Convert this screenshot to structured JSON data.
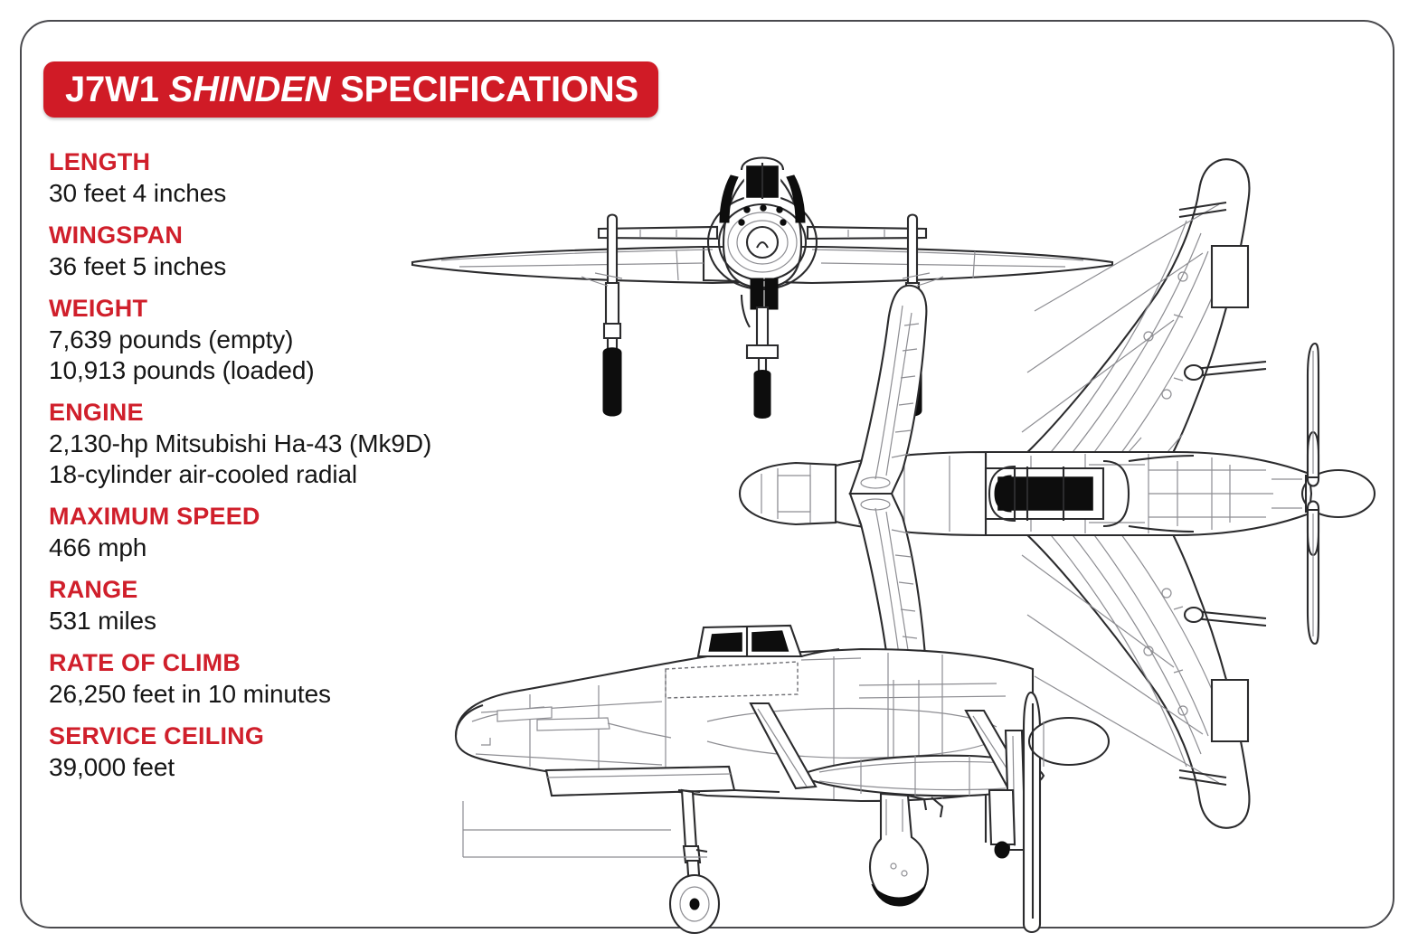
{
  "card": {
    "border_color": "#4a4a4e",
    "background": "#ffffff"
  },
  "title": {
    "part1": "J7W1 ",
    "part2": "SHINDEN",
    "part3": " SPECIFICATIONS",
    "full": "J7W1 SHINDEN SPECIFICATIONS",
    "pill_color": "#D01B26",
    "text_color": "#ffffff"
  },
  "accent_color": "#D01F2B",
  "text_color": "#161616",
  "specs": [
    {
      "label": "LENGTH",
      "lines": [
        "30 feet 4 inches"
      ]
    },
    {
      "label": "WINGSPAN",
      "lines": [
        "36 feet 5 inches"
      ]
    },
    {
      "label": "WEIGHT",
      "lines": [
        "7,639 pounds (empty)",
        "10,913 pounds (loaded)"
      ]
    },
    {
      "label": "ENGINE",
      "lines": [
        "2,130-hp Mitsubishi Ha-43 (Mk9D)",
        "18-cylinder air-cooled radial"
      ]
    },
    {
      "label": "MAXIMUM SPEED",
      "lines": [
        "466 mph"
      ]
    },
    {
      "label": "RANGE",
      "lines": [
        "531 miles"
      ]
    },
    {
      "label": "RATE OF CLIMB",
      "lines": [
        "26,250 feet in 10 minutes"
      ]
    },
    {
      "label": "SERVICE CEILING",
      "lines": [
        "39,000 feet"
      ]
    }
  ],
  "drawings": {
    "front_view": {
      "name": "aircraft-front-view",
      "description": "J7W1 Shinden front elevation line drawing"
    },
    "top_view": {
      "name": "aircraft-top-view",
      "description": "J7W1 Shinden plan (top) view line drawing"
    },
    "side_view": {
      "name": "aircraft-side-view",
      "description": "J7W1 Shinden side profile line drawing"
    }
  }
}
